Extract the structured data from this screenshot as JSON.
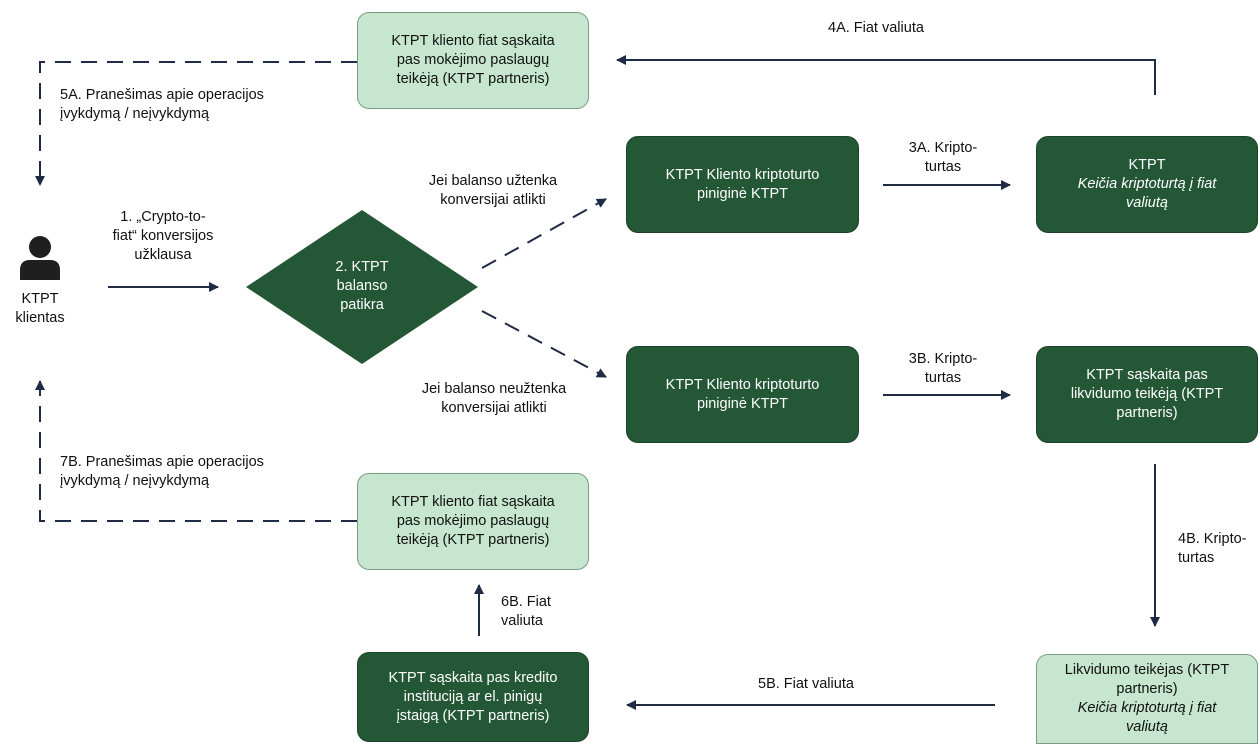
{
  "client": {
    "label_line1": "KTPT",
    "label_line2": "klientas"
  },
  "steps": {
    "request": {
      "line1": "1. „Crypto-to-",
      "line2": "fiat“ konversijos",
      "line3": "užklausa"
    },
    "balance_check": {
      "line1": "2. KTPT",
      "line2": "balanso",
      "line3": "patikra"
    },
    "if_enough": {
      "line1": "Jei balanso užtenka",
      "line2": "konversijai atlikti"
    },
    "if_not_enough": {
      "line1": "Jei balanso neužtenka",
      "line2": "konversijai atlikti"
    },
    "crypto_3a": {
      "line1": "3A. Kripto-",
      "line2": "turtas"
    },
    "crypto_3b": {
      "line1": "3B. Kripto-",
      "line2": "turtas"
    },
    "fiat_4a": {
      "line1": "4A. Fiat valiuta"
    },
    "crypto_4b": {
      "line1": "4B. Kripto-",
      "line2": "turtas"
    },
    "notice_5a": {
      "line1": "5A. Pranešimas apie operacijos",
      "line2": "įvykdymą / neįvykdymą"
    },
    "fiat_5b": {
      "line1": "5B. Fiat valiuta"
    },
    "fiat_6b": {
      "line1": "6B. Fiat",
      "line2": "valiuta"
    },
    "notice_7b": {
      "line1": "7B. Pranešimas apie operacijos",
      "line2": "įvykdymą / neįvykdymą"
    }
  },
  "boxes": {
    "fiat_top": {
      "line1": "KTPT kliento fiat sąskaita",
      "line2": "pas mokėjimo paslaugų",
      "line3": "teikėją (KTPT partneris)"
    },
    "wallet_a": {
      "line1": "KTPT Kliento kriptoturto",
      "line2": "piniginė KTPT"
    },
    "ktpt_convert": {
      "line1": "KTPT",
      "line2": "Keičia kriptoturtą į fiat",
      "line3": "valiutą"
    },
    "wallet_b": {
      "line1": "KTPT Kliento kriptoturto",
      "line2": "piniginė KTPT"
    },
    "liquidity_account": {
      "line1": "KTPT sąskaita pas",
      "line2": "likvidumo teikėją (KTPT",
      "line3": "partneris)"
    },
    "fiat_bottom": {
      "line1": "KTPT kliento fiat sąskaita",
      "line2": "pas mokėjimo paslaugų",
      "line3": "teikėją (KTPT partneris)"
    },
    "credit_institution": {
      "line1": "KTPT sąskaita pas kredito",
      "line2": "instituciją ar el. pinigų",
      "line3": "įstaigą (KTPT partneris)"
    },
    "liquidity_provider": {
      "line1": "Likvidumo teikėjas (KTPT",
      "line2": "partneris)",
      "line3": "Keičia kriptoturtą į fiat",
      "line4": "valiutą"
    }
  },
  "colors": {
    "dark_green": "#245735",
    "light_green": "#c6e6cf",
    "arrow": "#1f2a44"
  }
}
